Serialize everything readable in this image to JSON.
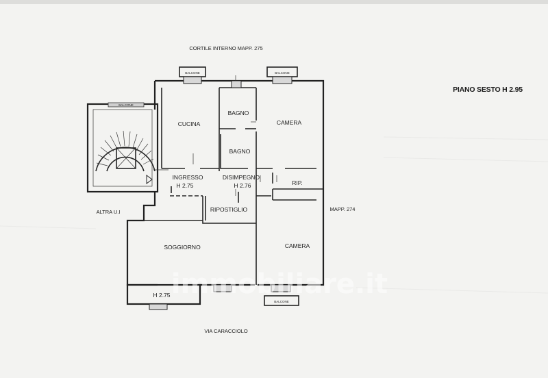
{
  "floor": {
    "title": "PIANO SESTO H 2.95",
    "courtyard_label": "CORTILE INTERNO MAPP. 275",
    "street_label": "VIA CARACCIOLO",
    "neighbor_unit_label": "ALTRA U.I",
    "neighbor_parcel_label": "MAPP. 274"
  },
  "rooms": {
    "kitchen": "CUCINA",
    "bath_top": "BAGNO",
    "bath_mid": "BAGNO",
    "bedroom_top": "CAMERA",
    "entrance": "INGRESSO",
    "entrance_height": "H 2.75",
    "hallway": "DISIMPEGNO",
    "hallway_height": "H 2.76",
    "storage_rip": "RIP.",
    "closet": "RIPOSTIGLIO",
    "living": "SOGGIORNO",
    "bedroom_bottom": "CAMERA",
    "balcony_height": "H 2.75"
  },
  "balconies": {
    "top_left": "BALCONE",
    "top_right": "BALCONE",
    "bottom_right": "BALCONE",
    "stair_top": "BALCONE"
  },
  "watermark": "immobiliare.it"
}
